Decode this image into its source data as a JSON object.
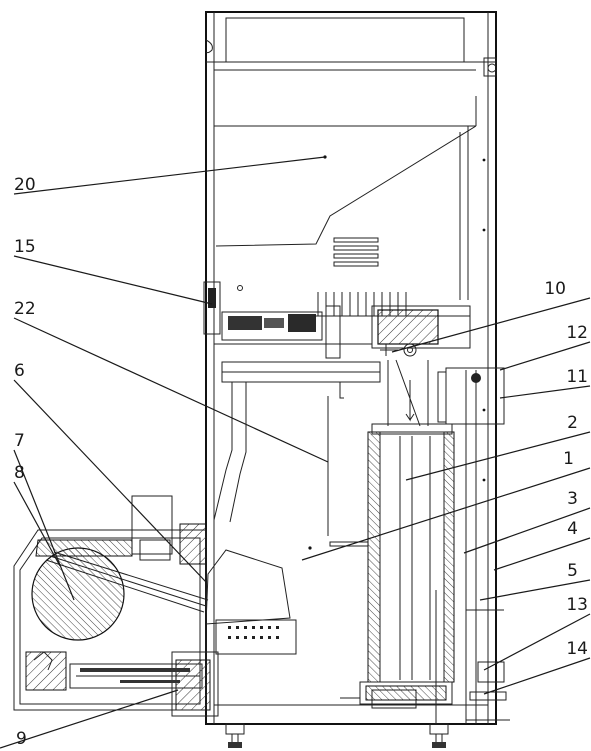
{
  "labels": [
    {
      "id": "l20",
      "text": "20"
    },
    {
      "id": "l15",
      "text": "15"
    },
    {
      "id": "l22",
      "text": "22"
    },
    {
      "id": "l6",
      "text": "6"
    },
    {
      "id": "l7",
      "text": "7"
    },
    {
      "id": "l8",
      "text": "8"
    },
    {
      "id": "l9",
      "text": "9"
    },
    {
      "id": "l10",
      "text": "10"
    },
    {
      "id": "l12",
      "text": "12"
    },
    {
      "id": "l11",
      "text": "11"
    },
    {
      "id": "l2",
      "text": "2"
    },
    {
      "id": "l1",
      "text": "1"
    },
    {
      "id": "l3",
      "text": "3"
    },
    {
      "id": "l4",
      "text": "4"
    },
    {
      "id": "l5",
      "text": "5"
    },
    {
      "id": "l13",
      "text": "13"
    },
    {
      "id": "l14",
      "text": "14"
    }
  ]
}
